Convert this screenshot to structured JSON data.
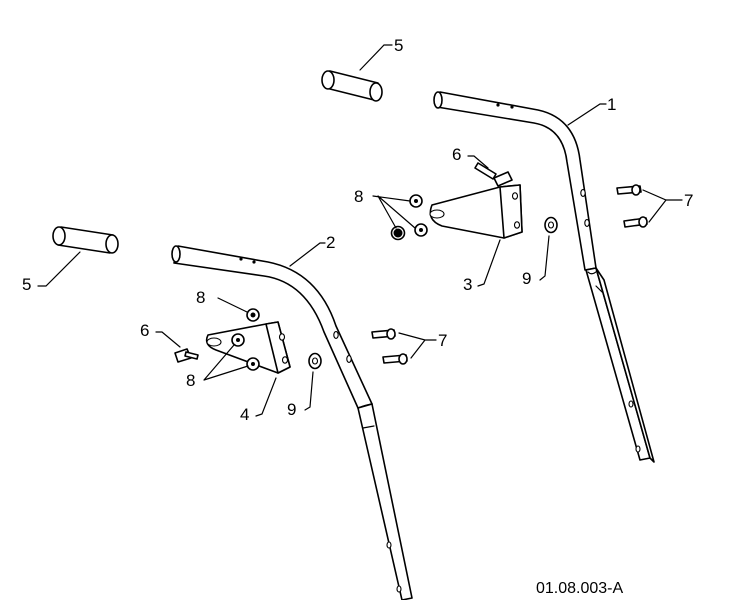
{
  "callouts": {
    "handle_right": "1",
    "handle_left": "2",
    "bracket_right": "3",
    "bracket_left": "4",
    "grip_top": "5",
    "grip_left": "5",
    "bolt_right": "6",
    "bolt_left": "6",
    "carriage_bolts_right": "7",
    "carriage_bolts_left": "7",
    "nuts_right": "8",
    "nut_left_top": "8",
    "nuts_left_bottom": "8",
    "washer_right": "9",
    "washer_left": "9"
  },
  "figure_code": "01.08.003-A"
}
